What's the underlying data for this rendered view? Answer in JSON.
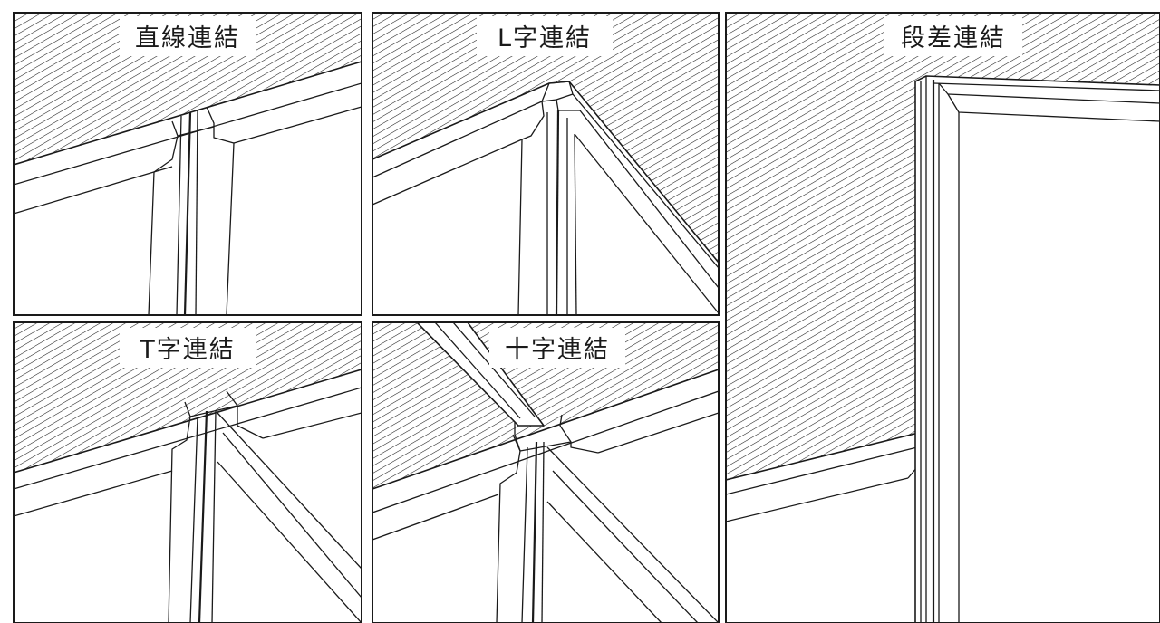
{
  "panels": [
    {
      "id": "straight",
      "label": "直線連結"
    },
    {
      "id": "l-shape",
      "label": "L字連結"
    },
    {
      "id": "step",
      "label": "段差連結"
    },
    {
      "id": "t-shape",
      "label": "T字連結"
    },
    {
      "id": "cross",
      "label": "十字連結"
    }
  ]
}
